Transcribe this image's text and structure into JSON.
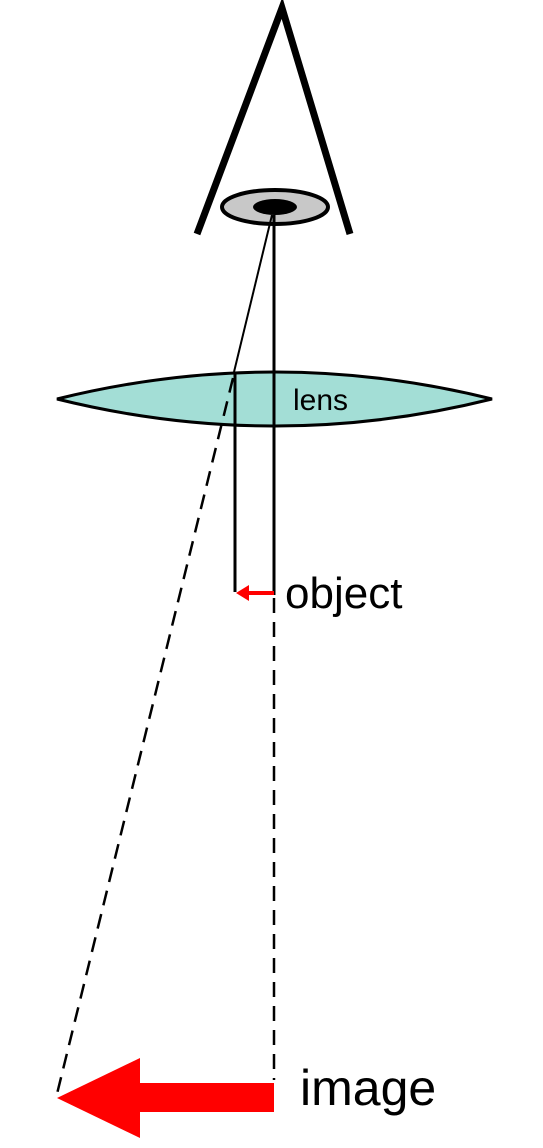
{
  "labels": {
    "lens": "lens",
    "object": "object",
    "image": "image"
  },
  "colors": {
    "lens_fill": "#a3ded6",
    "arrow": "#ff0000",
    "iris": "#c8c8c8",
    "pupil": "#000000",
    "line": "#000000",
    "background": "#ffffff"
  },
  "icons": {
    "eye": "eye-icon",
    "object_arrow": "arrow-left-icon",
    "image_arrow": "arrow-left-icon"
  }
}
